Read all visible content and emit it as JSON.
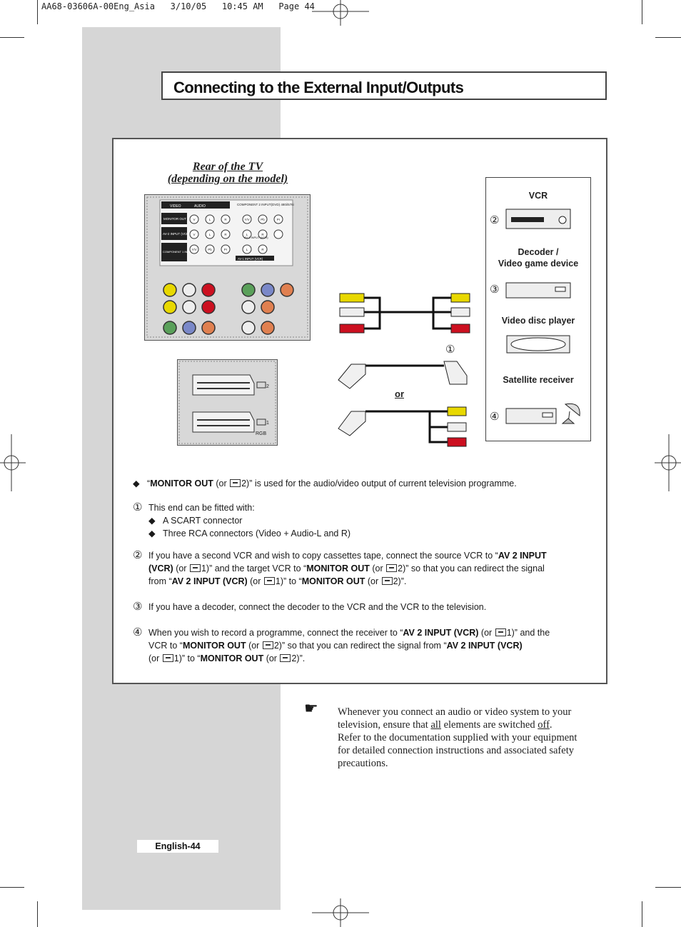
{
  "print_header": "AA68-03606A-00Eng_Asia   3/10/05   10:45 AM   Page 44",
  "title": "Connecting to the External Input/Outputs",
  "diagram": {
    "rear_label_line1": "Rear of the TV",
    "rear_label_line2": "(depending on the model)",
    "panel_labels": {
      "video": "VIDEO",
      "audio": "AUDIO",
      "component2": "COMPONENT 2 INPUT(DVD) 480i/576i",
      "monitor_out": "MONITOR OUT",
      "av2": "AV-2 INPUT (VCR)",
      "component1": "COMPONENT 1 INPUT(DVD) 480i/576i",
      "av3": "AV-3 INPUT (VCR)",
      "av1": "AV-1 INPUT (VCR)",
      "v": "V",
      "l": "L",
      "r": "R",
      "yv": "Y/V",
      "pb": "Pb",
      "pr": "Pr"
    },
    "scart_labels": {
      "scart2": "2",
      "scart1": "1",
      "rgb": "RGB"
    },
    "devices": {
      "vcr": "VCR",
      "decoder_line1": "Decoder /",
      "decoder_line2": "Video game device",
      "disc": "Video disc player",
      "satellite": "Satellite receiver"
    },
    "numbers": {
      "n1": "①",
      "n2": "②",
      "n3": "③",
      "n4": "④"
    },
    "or_label": "or"
  },
  "instructions": {
    "bullet": "◆",
    "monitor_out_bold": "MONITOR OUT",
    "monitor_out_rest1": " (or ",
    "monitor_out_rest2": "2)” is used for the audio/video output of current television programme.",
    "item1_num": "①",
    "item1_text": "This end can be fitted with:",
    "item1_sub1": "A SCART connector",
    "item1_sub2": "Three RCA connectors (Video + Audio-L and R)",
    "item2_num": "②",
    "item3_num": "③",
    "item3_text": "If you have a decoder, connect the decoder to the VCR and the VCR to the television.",
    "item4_num": "④",
    "av2_input_vcr": "AV 2 INPUT (VCR)",
    "av2_input_split1": "AV 2 INPUT",
    "av2_input_split2": "(VCR)",
    "av2_input_dbl": "AV 2 INPUT  (VCR)",
    "monitor_out": "MONITOR OUT",
    "item2_a": "If you have a second VCR and wish to copy cassettes tape, connect the source VCR to “",
    "item2_b": " (or ",
    "item2_c": "1)” and the target VCR to “",
    "item2_d": " (or ",
    "item2_e": "2)” so that you can redirect the signal",
    "item2_f": "from “",
    "item2_g": " (or ",
    "item2_h": "1)” to “",
    "item2_i": " (or ",
    "item2_j": "2)”.",
    "item4_a": "When you wish to record a programme, connect the receiver to “",
    "item4_b": " (or ",
    "item4_c": "1)” and the",
    "item4_d": "VCR to “",
    "item4_e": " (or ",
    "item4_f": "2)” so that you can redirect the signal from  “",
    "item4_g": "(or ",
    "item4_h": "1)” to “",
    "item4_i": " (or ",
    "item4_j": "2)”."
  },
  "note": {
    "icon": "☛",
    "l1": "Whenever you connect an audio or video system to your",
    "l2a": "television, ensure that ",
    "l2b": "all",
    "l2c": " elements are switched ",
    "l2d": "off",
    "l2e": ".",
    "l3": "Refer to the documentation supplied with your equipment",
    "l4": "for detailed connection instructions and associated safety",
    "l5": "precautions."
  },
  "footer": "English-44"
}
